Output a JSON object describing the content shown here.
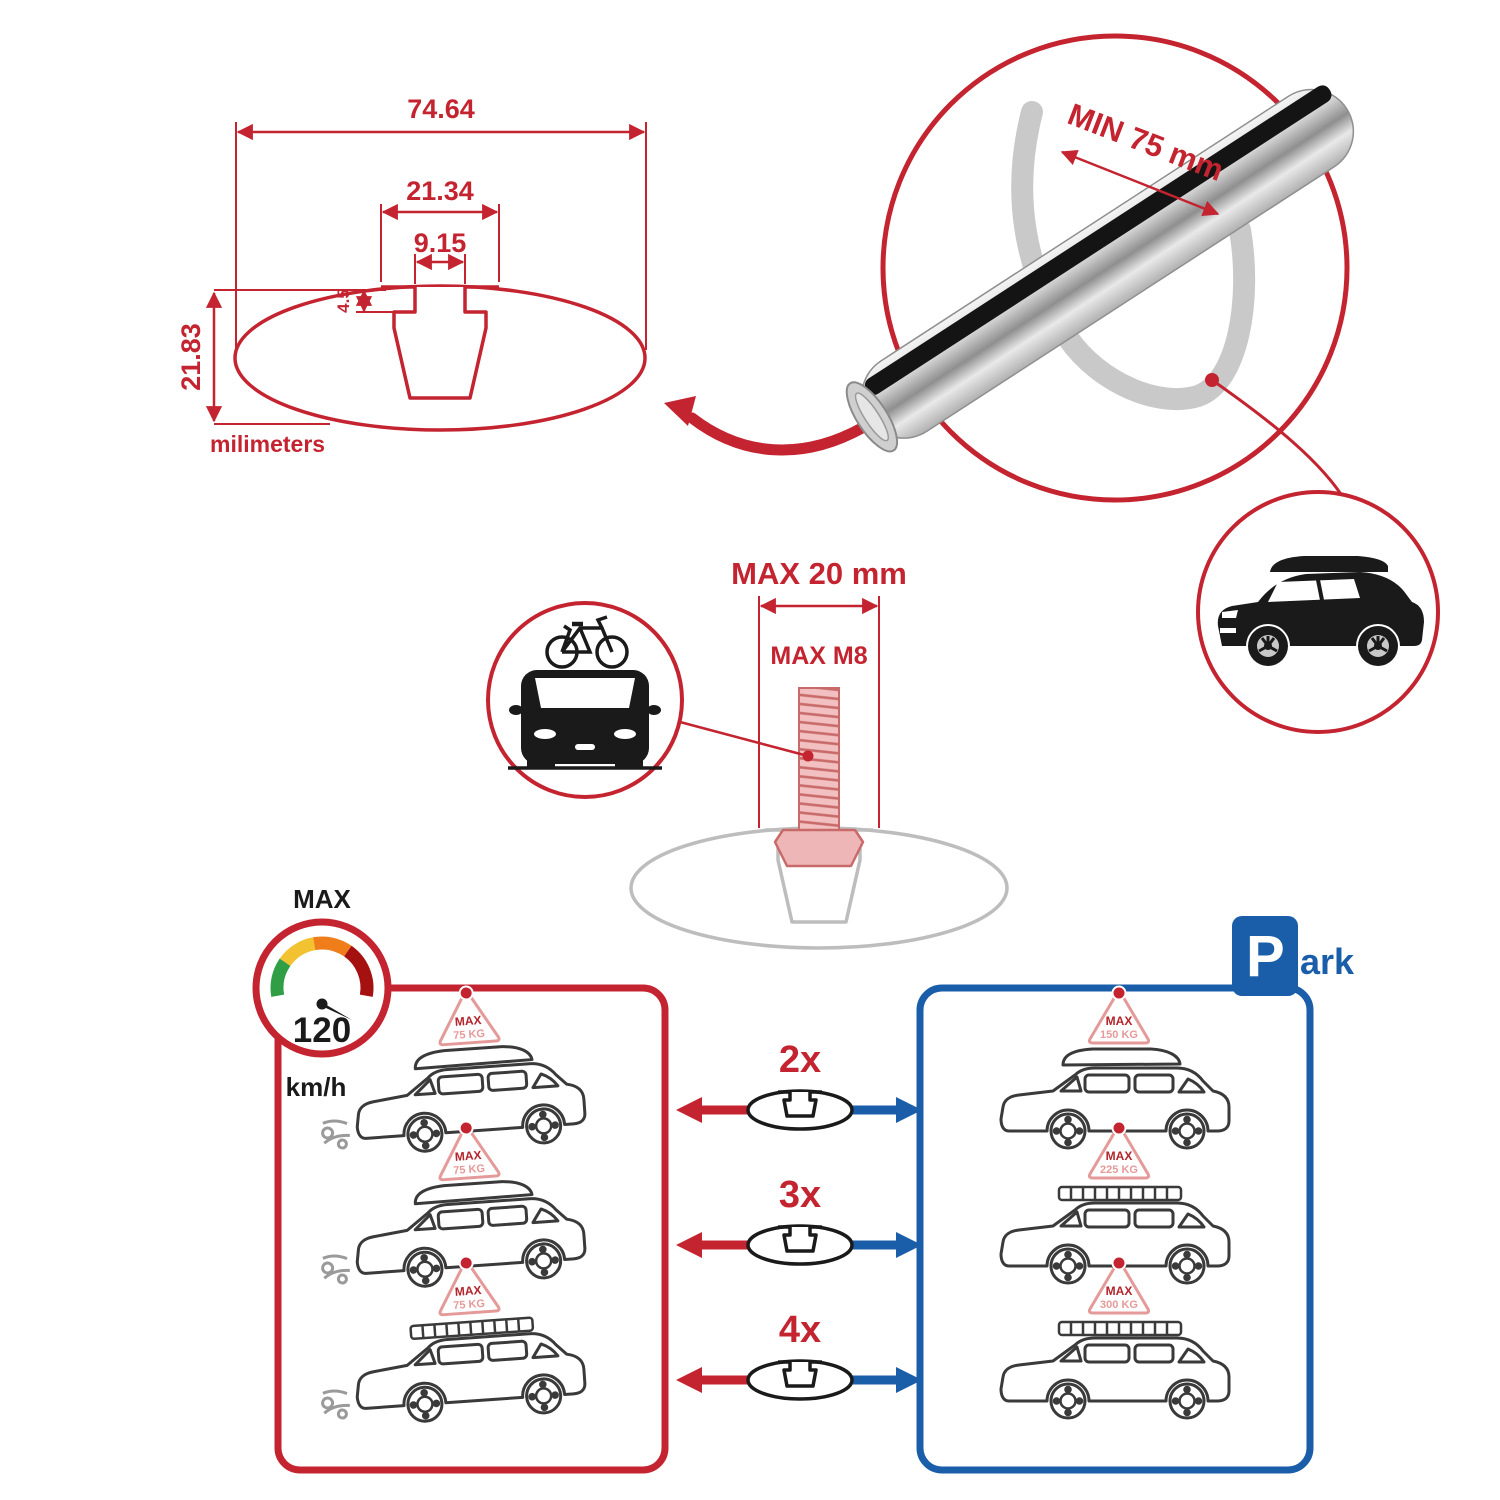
{
  "colors": {
    "accent_red": "#c42430",
    "accent_blue": "#1a5da8",
    "flag_pink": "#e59a9a",
    "clamp_gray": "#c9c9c9",
    "outline_black": "#1a1a1a"
  },
  "profile_dimensions": {
    "total_width": "74.64",
    "slot_outer_width": "21.34",
    "slot_inner_width": "9.15",
    "lip_depth": "4.5",
    "total_height": "21.83",
    "units": "milimeters"
  },
  "bar_detail": {
    "min_span": "MIN 75 mm"
  },
  "bolt_detail": {
    "max_width": "MAX 20 mm",
    "max_thread": "MAX M8"
  },
  "speed_limit": {
    "title": "MAX",
    "value": "120",
    "unit": "km/h"
  },
  "driving_cars": [
    {
      "max": "MAX",
      "load": "75 KG"
    },
    {
      "max": "MAX",
      "load": "75 KG"
    },
    {
      "max": "MAX",
      "load": "75 KG"
    }
  ],
  "park_sign": {
    "p": "P",
    "ark": "ark"
  },
  "parked_cars": [
    {
      "max": "MAX",
      "load": "150 KG"
    },
    {
      "max": "MAX",
      "load": "225 KG"
    },
    {
      "max": "MAX",
      "load": "300 KG"
    }
  ],
  "bar_counts": [
    {
      "label": "2x"
    },
    {
      "label": "3x"
    },
    {
      "label": "4x"
    }
  ]
}
